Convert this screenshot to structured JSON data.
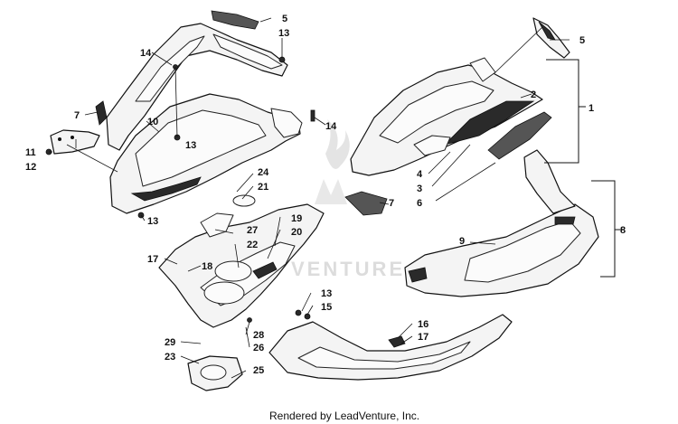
{
  "labels": {
    "l1": "1",
    "l2": "2",
    "l3": "3",
    "l4": "4",
    "l5a": "5",
    "l5b": "5",
    "l6": "6",
    "l7a": "7",
    "l7b": "7",
    "l8": "8",
    "l9": "9",
    "l10": "10",
    "l11": "11",
    "l12": "12",
    "l13a": "13",
    "l13b": "13",
    "l13c": "13",
    "l13d": "13",
    "l14a": "14",
    "l14b": "14",
    "l15": "15",
    "l16": "16",
    "l17a": "17",
    "l17b": "17",
    "l18": "18",
    "l19": "19",
    "l20": "20",
    "l21": "21",
    "l22": "22",
    "l23": "23",
    "l24": "24",
    "l25": "25",
    "l26": "26",
    "l27": "27",
    "l28": "28",
    "l29": "29"
  },
  "watermark": "VENTURE",
  "caption": "Rendered by LeadVenture, Inc."
}
